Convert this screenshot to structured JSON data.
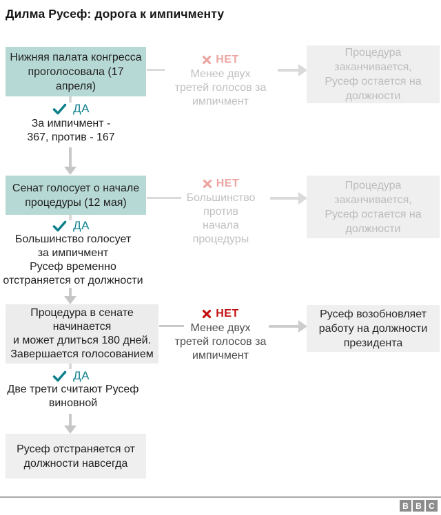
{
  "title": "Дилма Русеф: дорога к импичменту",
  "flow": {
    "yes_label": "ДА",
    "no_label": "НЕТ",
    "row1": {
      "step": "Нижняя палата конгресса\nпроголосовала (17\nапреля)",
      "no_reason": "Менее двух\nтретей голосов за\nимпичмент",
      "outcome": "Процедура\nзаканчивается,\nРусеф остается на\nдолжности",
      "yes_detail": "За импичмент -\n367, против - 167"
    },
    "row2": {
      "step": "Сенат голосует о начале\nпроцедуры (12 мая)",
      "no_reason": "Большинство\nпротив\nначала\nпроцедуры",
      "outcome": "Процедура\nзаканчивается,\nРусеф остается на\nдолжности",
      "yes_detail": "Большинство голосует\nза импичмент\nРусеф временно\nотстраняется от должности"
    },
    "row3": {
      "step": "Процедура в сенате\nначинается\nи может длиться 180 дней.\nЗавершается голосованием",
      "no_reason": "Менее двух\nтретей голосов за\nимпичмент",
      "outcome": "Русеф возобновляет\nработу на должности\nпрезидента",
      "yes_detail": "Две трети считают Русеф\nвиновной"
    },
    "final": "Русеф отстраняется от\nдолжности навсегда"
  },
  "footer": {
    "logo": [
      "B",
      "B",
      "C"
    ]
  },
  "colors": {
    "teal_box": "#b7d9d5",
    "gray_box": "#efefef",
    "accent_teal": "#0f818d",
    "no_bright": "#c21111",
    "no_faded": "#eca6a2",
    "faded_text": "#bcbcbc"
  }
}
